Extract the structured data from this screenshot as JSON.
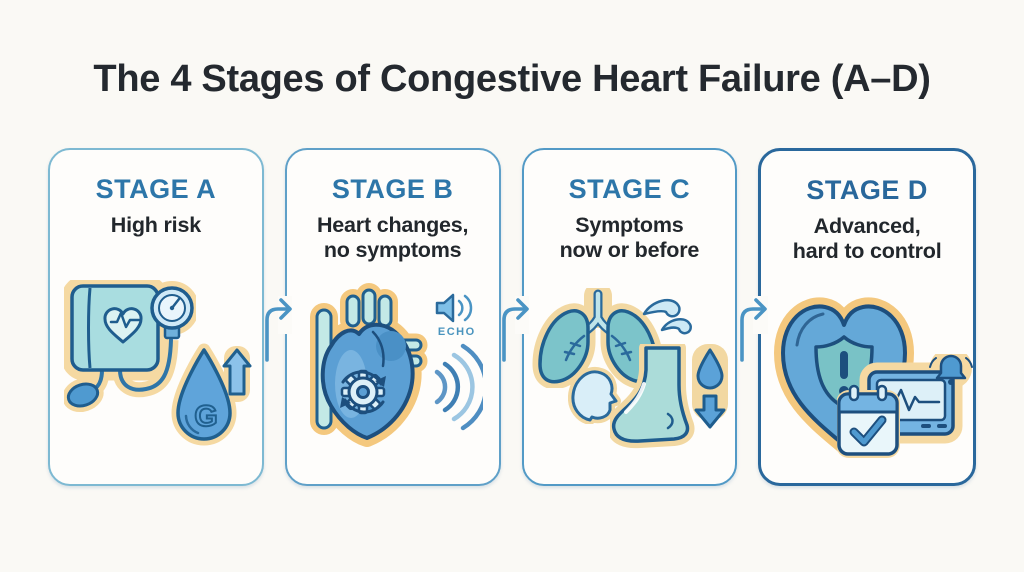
{
  "title": "The 4 Stages of Congestive Heart Failure (A–D)",
  "stages": [
    {
      "id": "A",
      "label": "STAGE A",
      "description": "High risk",
      "glucose_letter": "G",
      "icons": [
        "blood-pressure-monitor",
        "glucose-droplet-rising"
      ]
    },
    {
      "id": "B",
      "label": "STAGE B",
      "description": "Heart changes,\nno symptoms",
      "echo_label": "ECHO",
      "icons": [
        "anatomical-heart-gear",
        "echo-speaker",
        "ultrasound-waves"
      ]
    },
    {
      "id": "C",
      "label": "STAGE C",
      "description": "Symptoms\nnow or before",
      "icons": [
        "lungs-breath",
        "breathing-person",
        "swollen-foot-fluid"
      ]
    },
    {
      "id": "D",
      "label": "STAGE D",
      "description": "Advanced,\nhard to control",
      "icons": [
        "heart-shield-alert",
        "ecg-monitor-bell",
        "calendar-check"
      ]
    }
  ],
  "palette": {
    "background": "#faf9f5",
    "title_color": "#24292f",
    "stage_label_blue": "#2d76a9",
    "description_color": "#22272c",
    "card_border_a": "#7db9d2",
    "card_border_b": "#5fa0c8",
    "card_border_c": "#529ac6",
    "card_border_d": "#2a689c",
    "arrow_blue": "#4a94c4",
    "icon_outline_navy": "#1d4f7e",
    "icon_blue": "#5b9fd4",
    "icon_teal": "#7cc4ca",
    "halo_cream": "#f5d9a2",
    "halo_gold": "#f4c87e"
  }
}
